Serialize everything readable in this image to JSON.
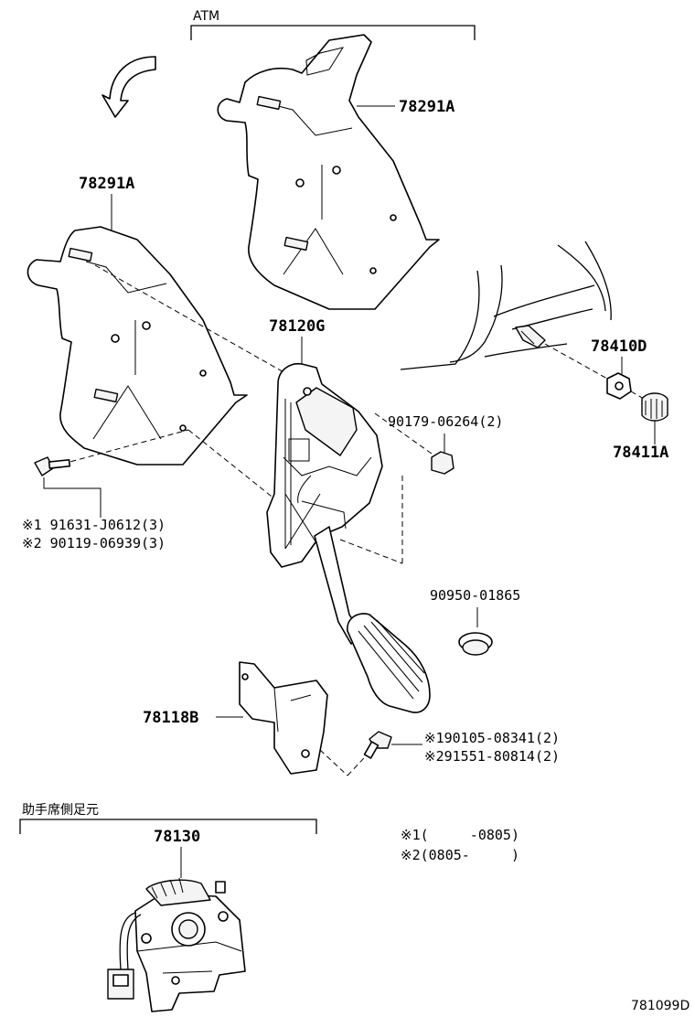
{
  "group_labels": {
    "atm": "ATM",
    "passenger_side": "助手席側足元"
  },
  "part_labels": {
    "bracket_top": "78291A",
    "bracket_left": "78291A",
    "pedal_assy": "78120G",
    "stud": "78410D",
    "nut_78411": "78411A",
    "nut_90179": "90179-06264(2)",
    "bolt_line1": "※1 91631-J0612(3)",
    "bolt_line2": "※2 90119-06939(3)",
    "grommet": "90950-01865",
    "bracket_78118": "78118B",
    "bolt2_line1": "※190105-08341(2)",
    "bolt2_line2": "※291551-80814(2)",
    "sensor": "78130"
  },
  "notes": {
    "note1": "※1(     -0805)",
    "note2": "※2(0805-     )"
  },
  "diagram_id": "781099D"
}
